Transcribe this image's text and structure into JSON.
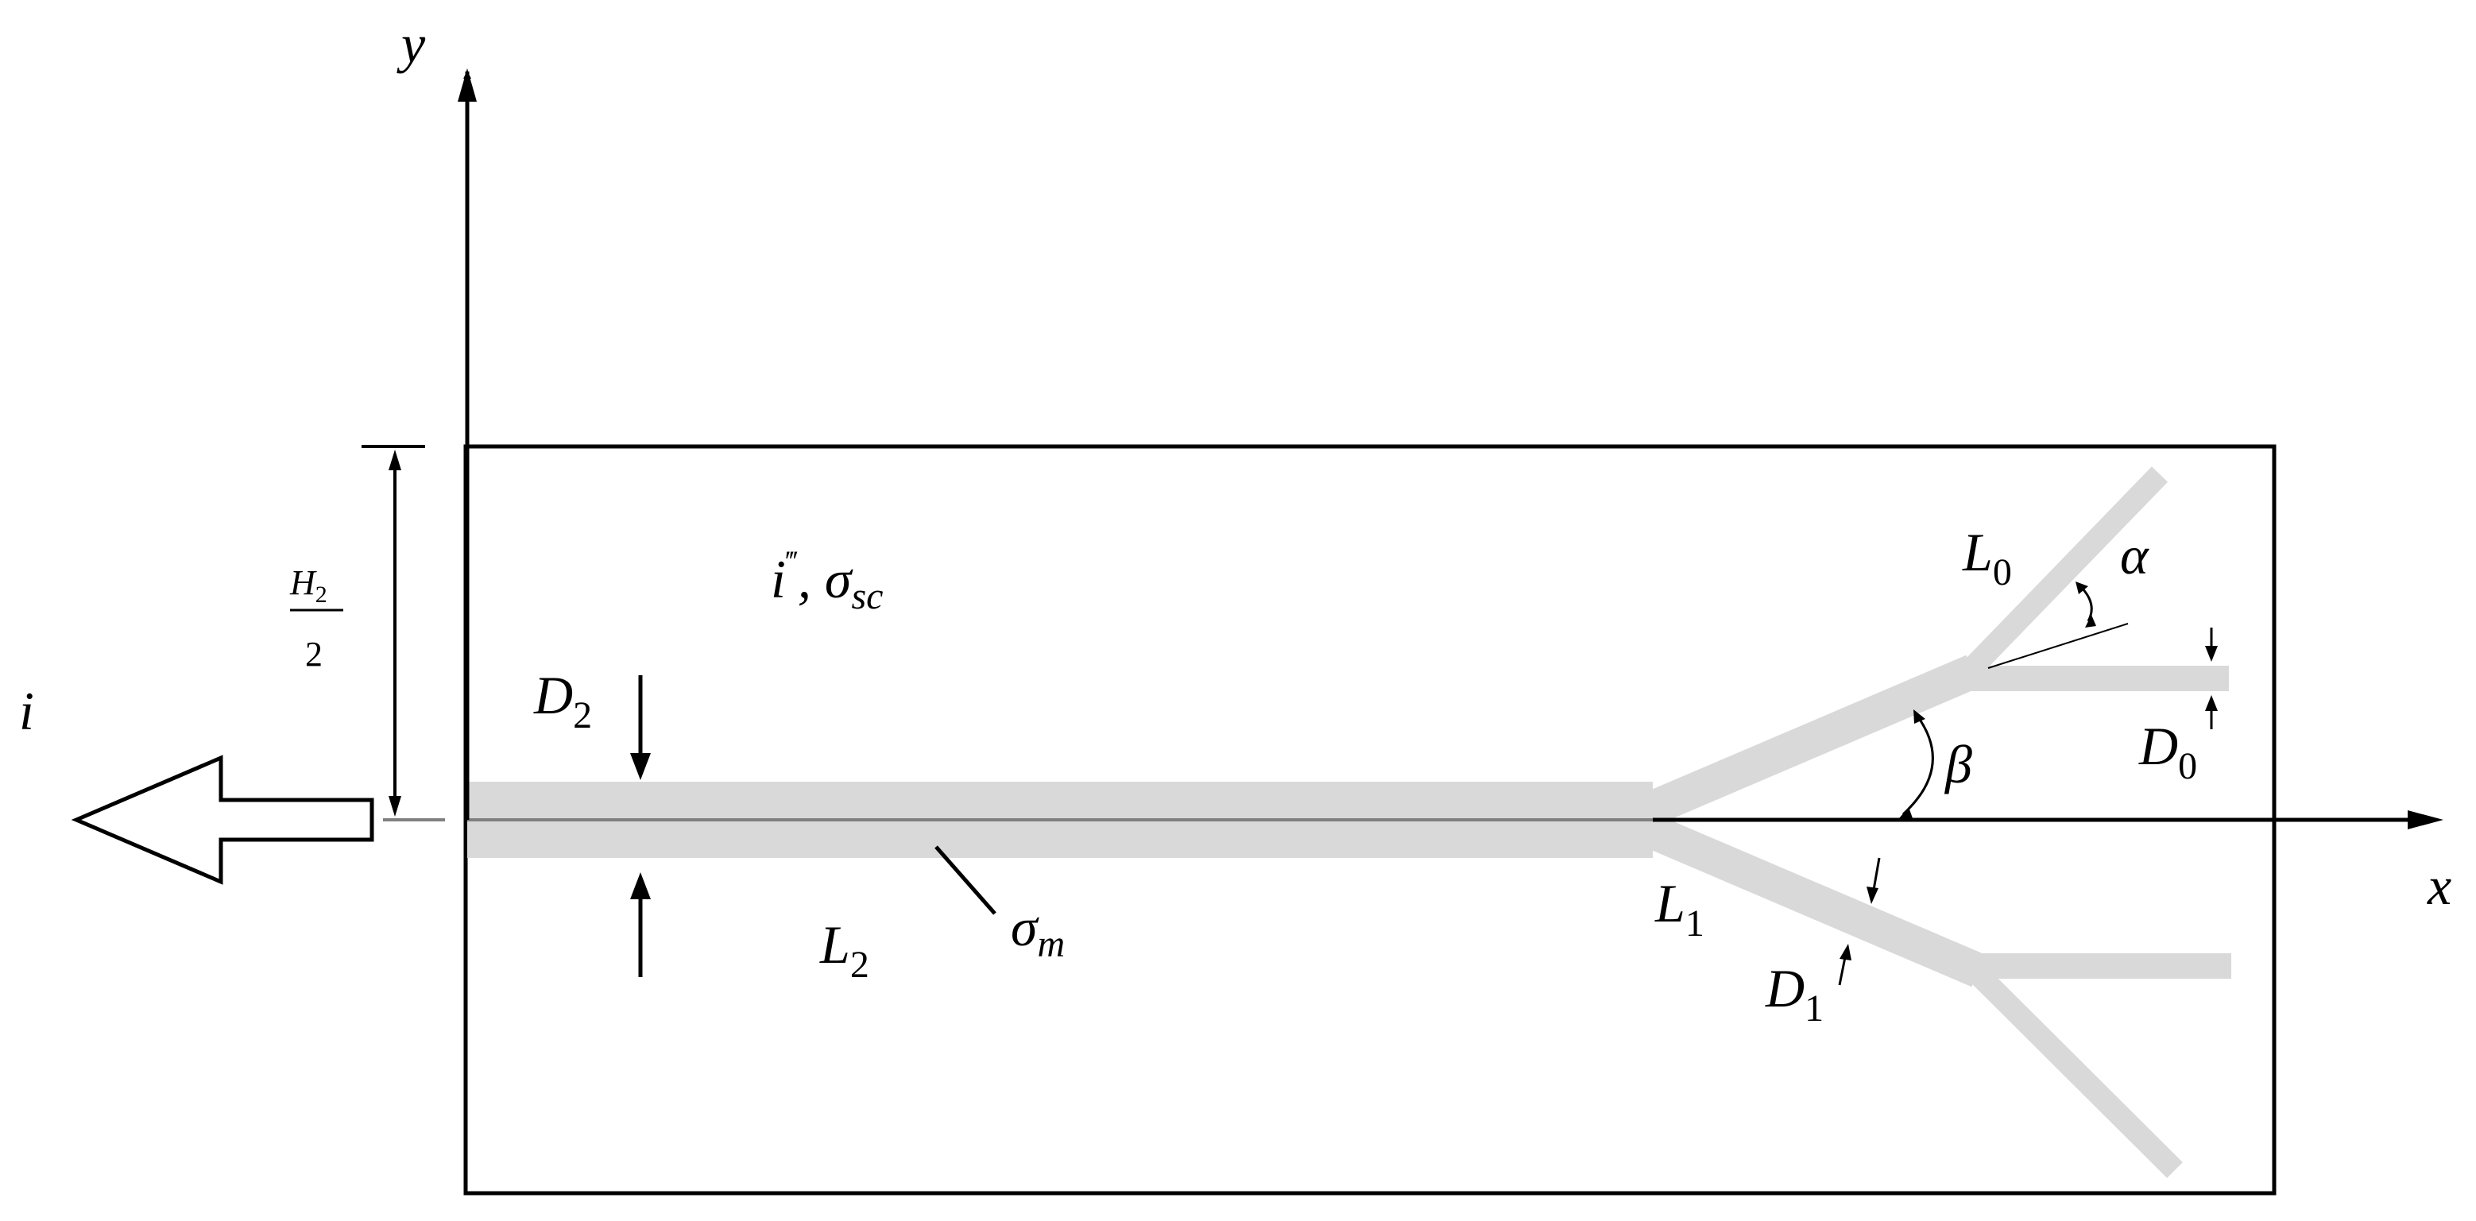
{
  "labels": {
    "y_axis": "y",
    "x_axis": "x",
    "current_in": "i",
    "source_main": "i",
    "source_prime": "‴",
    "source_sep": ", ",
    "source_sigma": "σ",
    "source_sigma_sub": "sc",
    "H_num": "H",
    "H_num_sub": "2",
    "H_den": "2",
    "D2": "D",
    "D2_sub": "2",
    "L2": "L",
    "L2_sub": "2",
    "sigma_m": "σ",
    "sigma_m_sub": "m",
    "L1": "L",
    "L1_sub": "1",
    "D1": "D",
    "D1_sub": "1",
    "L0": "L",
    "L0_sub": "0",
    "alpha": "α",
    "beta": "β",
    "D0": "D",
    "D0_sub": "0"
  },
  "colors": {
    "line": "#000000",
    "branch": "#d9d9d9",
    "centerline": "#808080",
    "background": "#ffffff"
  }
}
